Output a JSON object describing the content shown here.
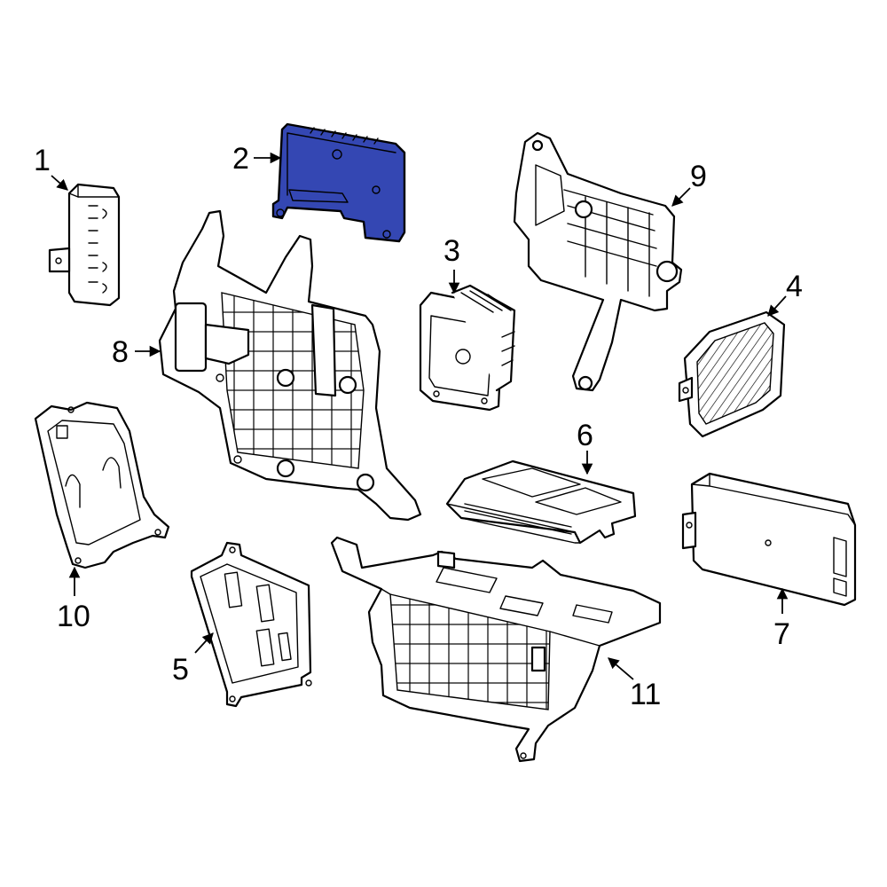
{
  "diagram": {
    "highlight_color": "#3447b3",
    "background": "#ffffff",
    "callouts": [
      {
        "id": "c1",
        "label": "1"
      },
      {
        "id": "c2",
        "label": "2"
      },
      {
        "id": "c3",
        "label": "3"
      },
      {
        "id": "c4",
        "label": "4"
      },
      {
        "id": "c5",
        "label": "5"
      },
      {
        "id": "c6",
        "label": "6"
      },
      {
        "id": "c7",
        "label": "7"
      },
      {
        "id": "c8",
        "label": "8"
      },
      {
        "id": "c9",
        "label": "9"
      },
      {
        "id": "c10",
        "label": "10"
      },
      {
        "id": "c11",
        "label": "11"
      }
    ],
    "highlighted_part": "2"
  }
}
